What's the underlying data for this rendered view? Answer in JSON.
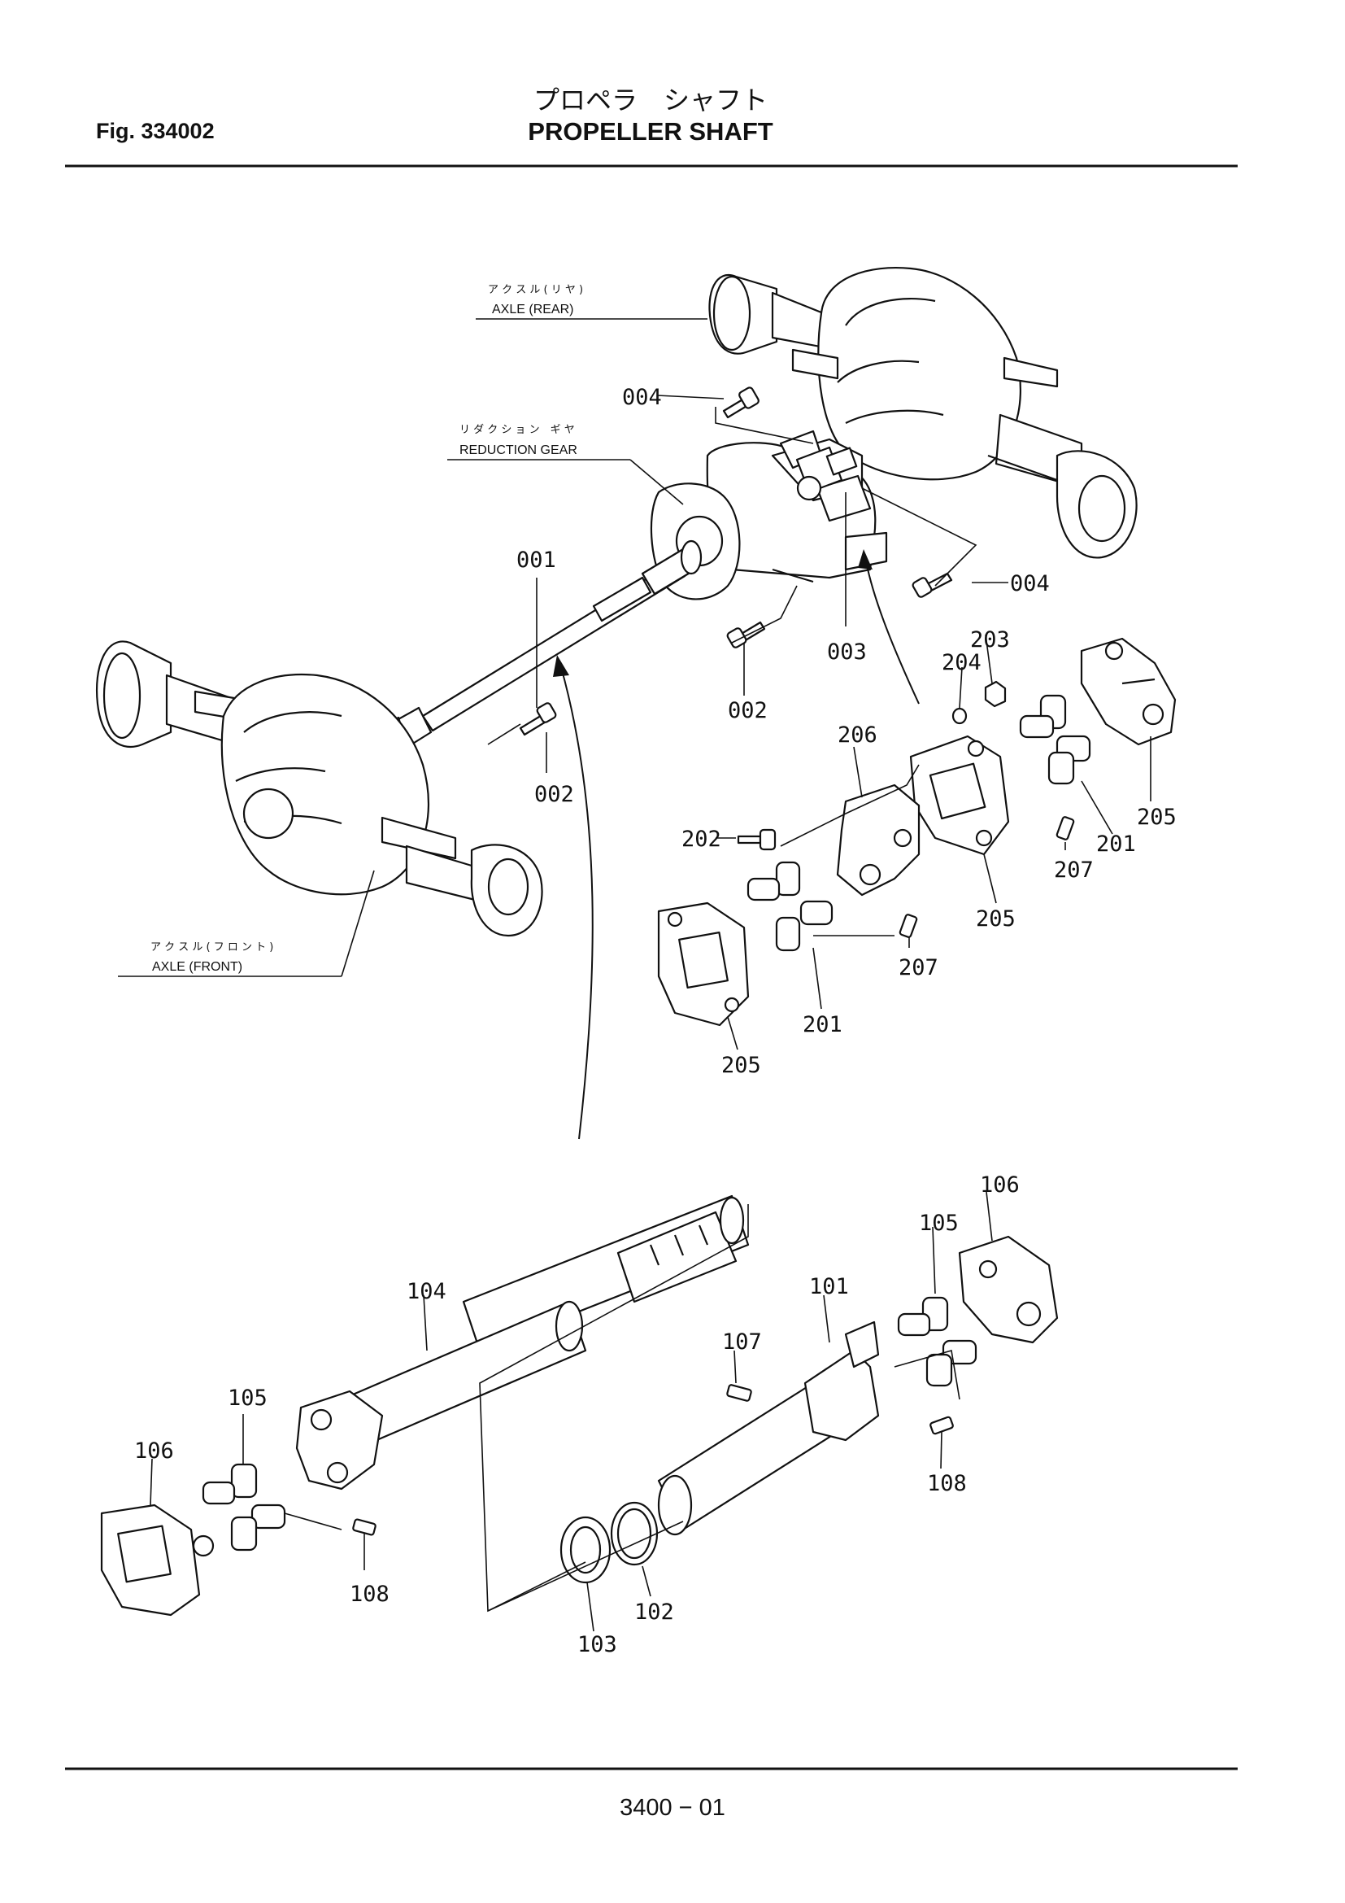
{
  "header": {
    "fig_label": "Fig. 334002",
    "title_jp": "プロペラ　シャフト",
    "title_en": "PROPELLER  SHAFT"
  },
  "footer": {
    "page": "3400 − 01"
  },
  "captions": {
    "axle_rear_jp": "ア ク ス ル ( リ ヤ )",
    "axle_rear_en": "AXLE (REAR)",
    "reduction_gear_jp": "リ ダ ク シ ョ ン　ギ ヤ",
    "reduction_gear_en": "REDUCTION GEAR",
    "axle_front_jp": "ア ク ス ル ( フ ロ ン ト )",
    "axle_front_en": "AXLE (FRONT)"
  },
  "part_labels": {
    "p004a": "004",
    "p004b": "004",
    "p001": "001",
    "p003": "003",
    "p002a": "002",
    "p002b": "002",
    "p203": "203",
    "p204": "204",
    "p206": "206",
    "p202": "202",
    "p205a": "205",
    "p205b": "205",
    "p205c": "205",
    "p201a": "201",
    "p201b": "201",
    "p207a": "207",
    "p207b": "207",
    "p106a": "106",
    "p106b": "106",
    "p105a": "105",
    "p105b": "105",
    "p104": "104",
    "p101": "101",
    "p107": "107",
    "p108a": "108",
    "p108b": "108",
    "p102": "102",
    "p103": "103"
  }
}
